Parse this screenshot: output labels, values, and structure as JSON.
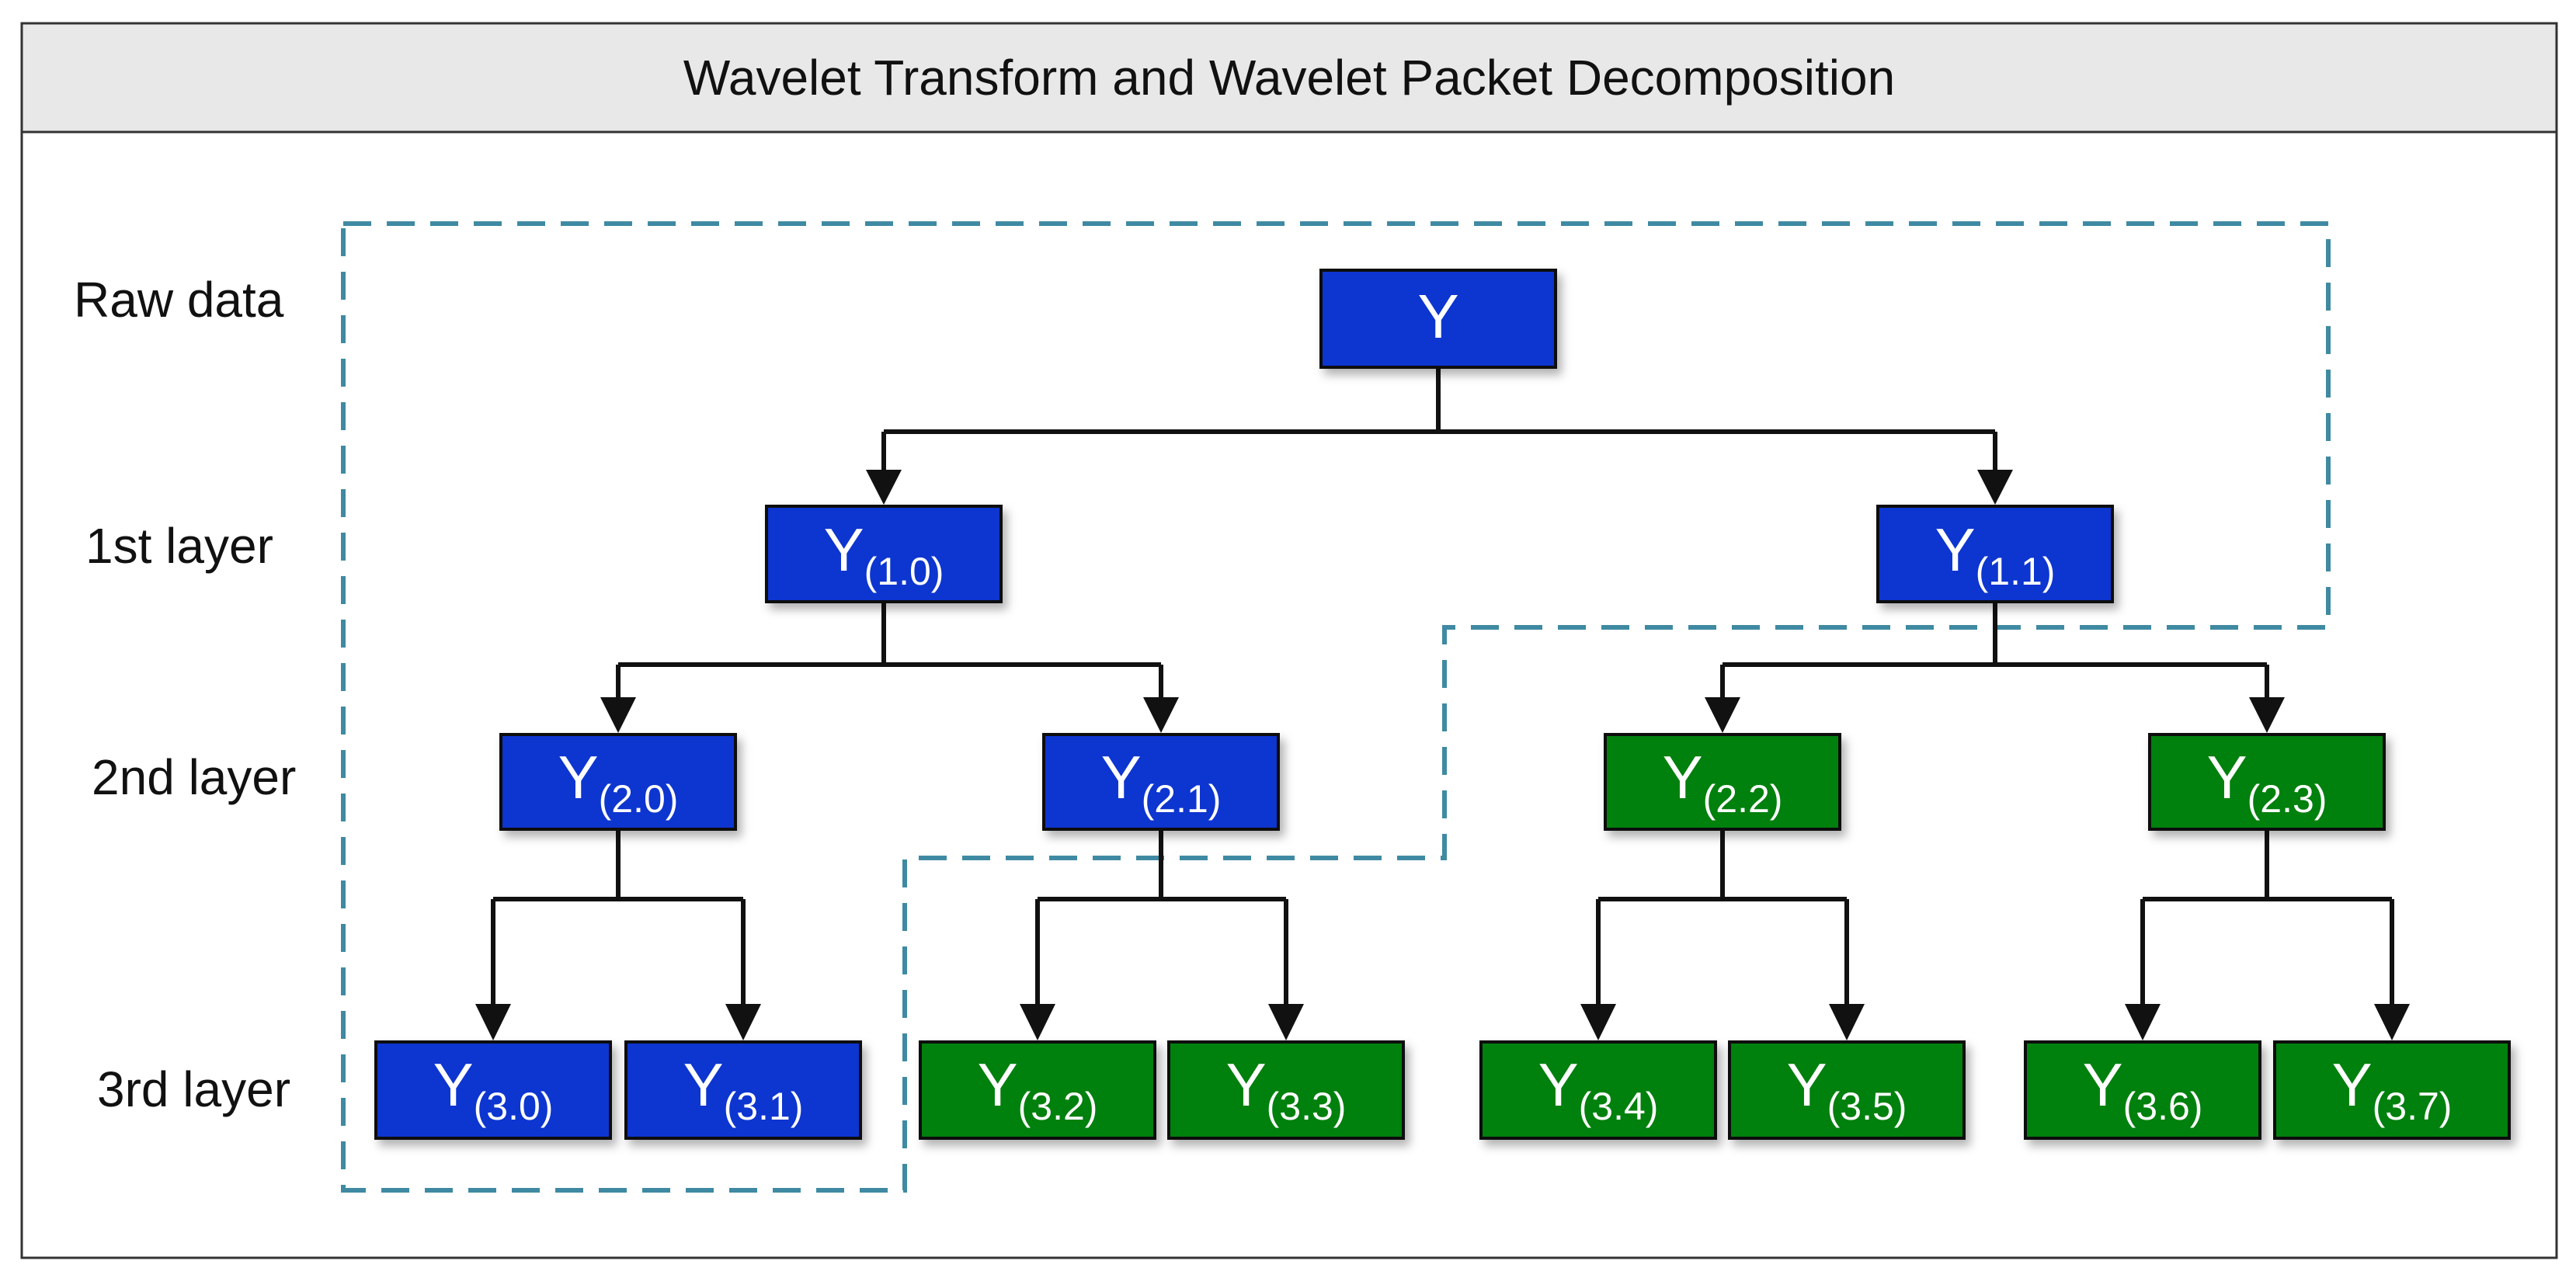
{
  "title": "Wavelet Transform and Wavelet Packet Decomposition",
  "layers": {
    "raw": "Raw data",
    "l1": "1st layer",
    "l2": "2nd layer",
    "l3": "3rd layer"
  },
  "colors": {
    "blue_node": "#0b35d0",
    "green_node": "#06800f",
    "dashed_outline": "#3f8aa2",
    "title_bar": "#e8e8e8"
  },
  "nodes": {
    "root": {
      "main": "Y",
      "sub": ""
    },
    "n1_0": {
      "main": "Y",
      "sub": "(1.0)"
    },
    "n1_1": {
      "main": "Y",
      "sub": "(1.1)"
    },
    "n2_0": {
      "main": "Y",
      "sub": "(2.0)"
    },
    "n2_1": {
      "main": "Y",
      "sub": "(2.1)"
    },
    "n2_2": {
      "main": "Y",
      "sub": "(2.2)"
    },
    "n2_3": {
      "main": "Y",
      "sub": "(2.3)"
    },
    "n3_0": {
      "main": "Y",
      "sub": "(3.0)"
    },
    "n3_1": {
      "main": "Y",
      "sub": "(3.1)"
    },
    "n3_2": {
      "main": "Y",
      "sub": "(3.2)"
    },
    "n3_3": {
      "main": "Y",
      "sub": "(3.3)"
    },
    "n3_4": {
      "main": "Y",
      "sub": "(3.4)"
    },
    "n3_5": {
      "main": "Y",
      "sub": "(3.5)"
    },
    "n3_6": {
      "main": "Y",
      "sub": "(3.6)"
    },
    "n3_7": {
      "main": "Y",
      "sub": "(3.7)"
    }
  }
}
